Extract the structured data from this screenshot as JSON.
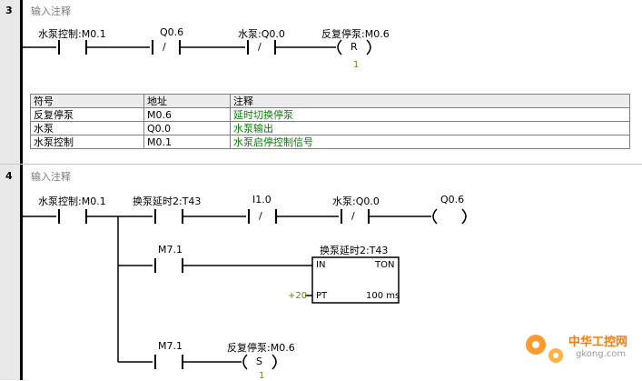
{
  "network3": {
    "number": "3",
    "comment": "输入注释",
    "contact1": {
      "label": "水泵控制:M0.1",
      "glyph": ""
    },
    "contact2": {
      "label": "Q0.6",
      "glyph": "/"
    },
    "contact3": {
      "label": "水泵:Q0.0",
      "glyph": "/"
    },
    "coil": {
      "label": "反复停泵:M0.6",
      "glyph": "R",
      "count": "1"
    }
  },
  "symbol_table": {
    "headers": [
      "符号",
      "地址",
      "注释"
    ],
    "rows": [
      [
        "反复停泵",
        "M0.6",
        "延时切换停泵"
      ],
      [
        "水泵",
        "Q0.0",
        "水泵输出"
      ],
      [
        "水泵控制",
        "M0.1",
        "水泵启停控制信号"
      ]
    ]
  },
  "network4": {
    "number": "4",
    "comment": "输入注释",
    "contact1": {
      "label": "水泵控制:M0.1"
    },
    "contact2": {
      "label": "换泵延时2:T43"
    },
    "contact3": {
      "label": "I1.0",
      "glyph": "/"
    },
    "contact4": {
      "label": "水泵:Q0.0",
      "glyph": "/"
    },
    "coil1": {
      "label": "Q0.6"
    },
    "contact5": {
      "label": "M7.1"
    },
    "timer": {
      "label": "换泵延时2:T43",
      "in": "IN",
      "type": "TON",
      "pt": "PT",
      "pt_value": "+20",
      "resolution": "100 ms"
    },
    "contact6": {
      "label": "M7.1"
    },
    "coil2": {
      "label": "反复停泵:M0.6",
      "glyph": "S",
      "count": "1"
    }
  },
  "watermark": {
    "cn": "中华工控网",
    "url": "gkong.com"
  },
  "colors": {
    "gutter": "#e8e8e8",
    "comment_green": "#0a7a0a",
    "param_olive": "#7f7f00",
    "watermark": "#ff7a00"
  }
}
